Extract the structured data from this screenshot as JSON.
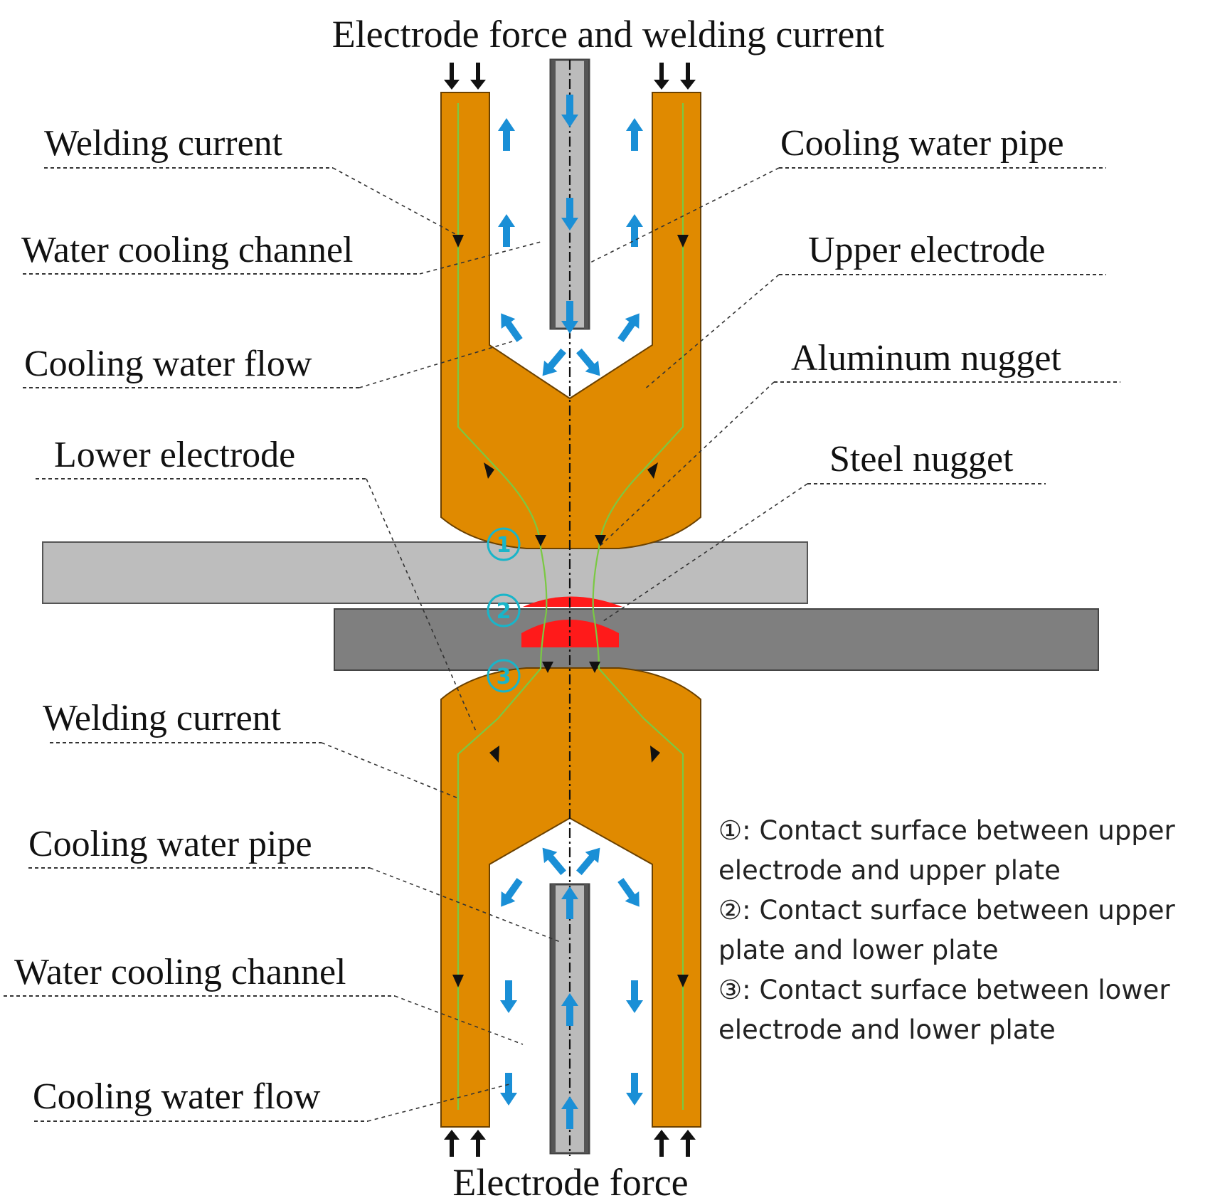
{
  "labels": {
    "top_title": "Electrode force and welding current",
    "bottom_title": "Electrode force",
    "welding_current_upper": "Welding current",
    "water_cooling_channel_upper": "Water cooling channel",
    "cooling_water_flow_upper": "Cooling water flow",
    "lower_electrode": "Lower electrode",
    "welding_current_lower": "Welding current",
    "cooling_water_pipe_lower": "Cooling water pipe",
    "water_cooling_channel_lower": "Water cooling channel",
    "cooling_water_flow_lower": "Cooling water flow",
    "cooling_water_pipe_upper": "Cooling water pipe",
    "upper_electrode": "Upper electrode",
    "aluminum_nugget": "Aluminum nugget",
    "steel_nugget": "Steel nugget"
  },
  "markers": [
    "①",
    "②",
    "③"
  ],
  "legend": [
    {
      "line1": "①: Contact surface between upper",
      "line2": "electrode and upper plate"
    },
    {
      "line1": "②: Contact surface between upper",
      "line2": "plate and lower plate"
    },
    {
      "line1": "③: Contact surface between lower",
      "line2": "electrode and lower plate"
    }
  ],
  "colors": {
    "electrode": "#e08a00",
    "upper_plate": "#bdbdbd",
    "lower_plate": "#7f7f7f",
    "nugget": "#ff1a1a",
    "current_path": "#7ac943",
    "water_flow": "#1a8fd6",
    "marker": "#19b5c9"
  }
}
